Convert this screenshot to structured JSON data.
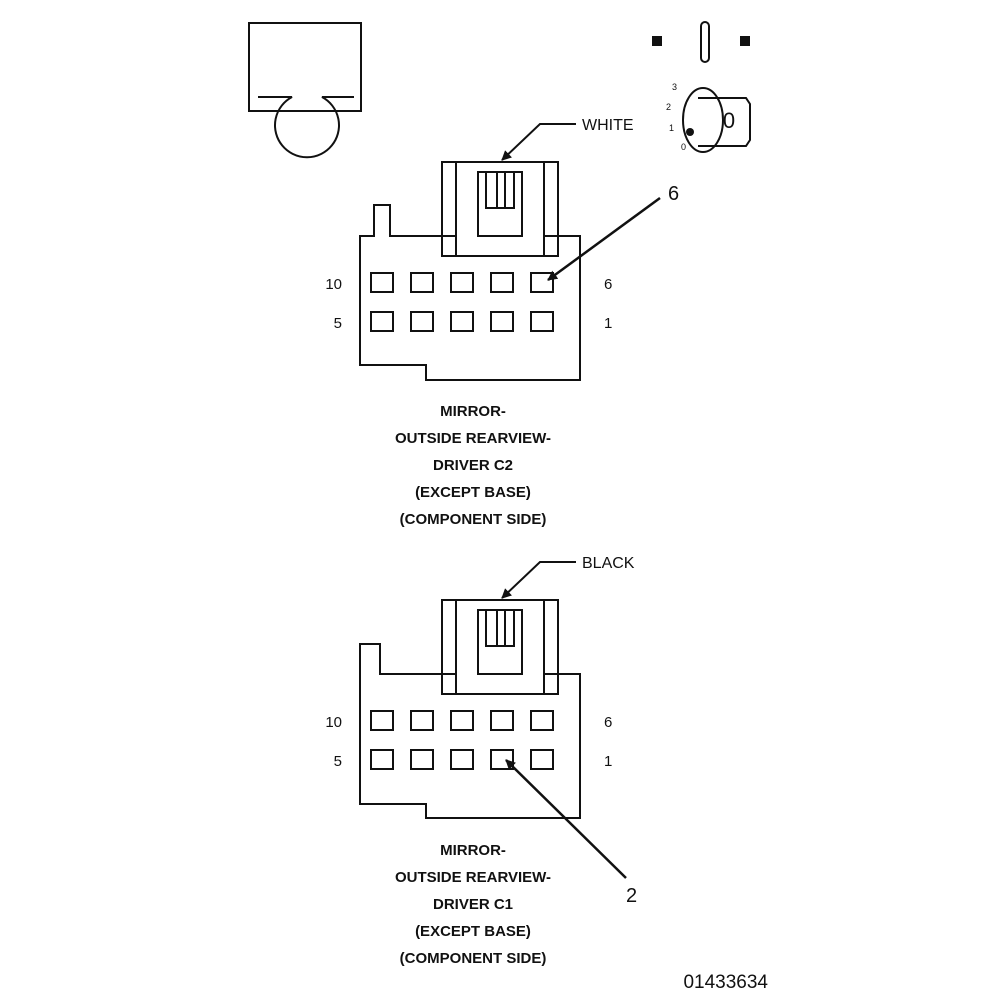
{
  "colors": {
    "ink": "#111111",
    "paper": "#ffffff"
  },
  "icons": {
    "ground_symbol": "omega-ground-icon",
    "ignition_key": "ignition-key-icon",
    "key_positions": [
      "0",
      "1",
      "2",
      "3"
    ],
    "key_face": "0"
  },
  "connector_c2": {
    "color_label": "WHITE",
    "pin_callout": "6",
    "row_labels": {
      "top_left": "10",
      "top_right": "6",
      "bottom_left": "5",
      "bottom_right": "1"
    },
    "caption_lines": [
      "MIRROR-",
      "OUTSIDE REARVIEW-",
      "DRIVER C2",
      "(EXCEPT BASE)",
      "(COMPONENT SIDE)"
    ]
  },
  "connector_c1": {
    "color_label": "BLACK",
    "pin_callout": "2",
    "row_labels": {
      "top_left": "10",
      "top_right": "6",
      "bottom_left": "5",
      "bottom_right": "1"
    },
    "caption_lines": [
      "MIRROR-",
      "OUTSIDE REARVIEW-",
      "DRIVER C1",
      "(EXCEPT BASE)",
      "(COMPONENT SIDE)"
    ]
  },
  "figure_id": "01433634"
}
